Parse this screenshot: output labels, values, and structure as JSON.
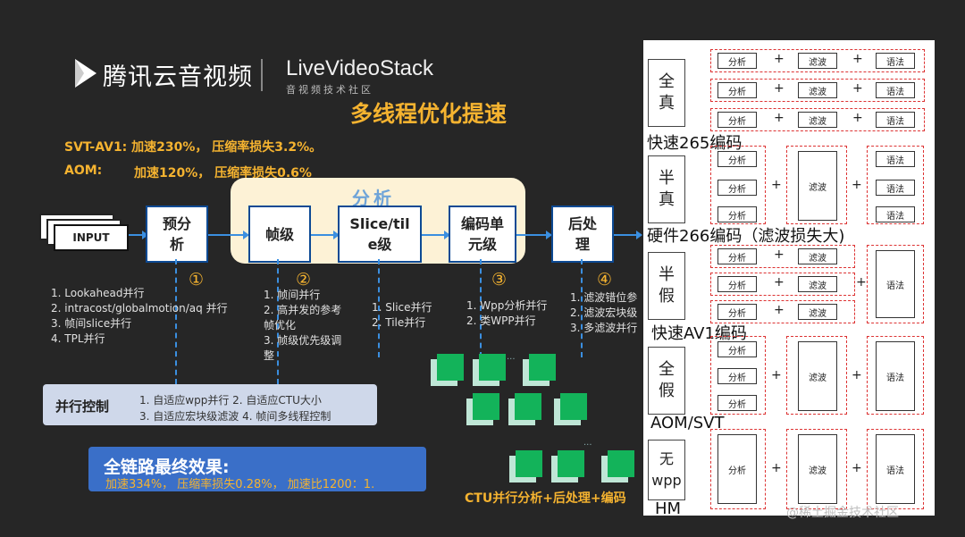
{
  "header": {
    "brand_name": "腾讯云音视频",
    "partner_logo": "LiveVideoStack",
    "partner_subtitle": "音视频技术社区",
    "title": "多线程优化提速"
  },
  "stats": {
    "svt_av1": "SVT-AV1: 加速230%，  压缩率损失3.2%。",
    "aom_label": "AOM:",
    "aom_value": "加速120%，  压缩率损失0.6%"
  },
  "pipeline": {
    "input_label": "INPUT",
    "analysis_label": "分析",
    "stages": [
      "预分析",
      "帧级",
      "Slice/tile级",
      "编码单元级",
      "后处理"
    ]
  },
  "markers": [
    "①",
    "②",
    "③",
    "④"
  ],
  "notes": {
    "preanalysis": [
      "1.  Lookahead并行",
      "2.  intracost/globalmotion/aq 并行",
      "3.  帧间slice并行",
      "4.  TPL并行"
    ],
    "frame": [
      "1.  帧间并行",
      "2.  高并发的参考",
      "     帧优化",
      "3.  帧级优先级调",
      "     整"
    ],
    "slice": [
      "1.  Slice并行",
      "2.  Tile并行"
    ],
    "cu": [
      "1.  Wpp分析并行",
      "2.  类WPP并行"
    ],
    "post": [
      "1.  滤波错位参",
      "2.  滤波宏块级",
      "3.  多滤波并行"
    ]
  },
  "parallel_control": {
    "title": "并行控制",
    "line1": "1. 自适应wpp并行   2. 自适应CTU大小",
    "line2": "3. 自适应宏块级滤波  4. 帧间多线程控制"
  },
  "final_effect": {
    "title": "全链路最终效果:",
    "text": "加速334%，  压缩率损失0.28%，  加速比1200：1."
  },
  "ctu_caption": "CTU并行分析+后处理+编码",
  "ellipsis": "...",
  "modes": [
    {
      "label": "全\n真",
      "caption": "快速265编码"
    },
    {
      "label": "半\n真",
      "caption": "硬件266编码（滤波损失大)"
    },
    {
      "label": "半\n假",
      "caption": "快速AV1编码"
    },
    {
      "label": "全\n假",
      "caption": "AOM/SVT"
    },
    {
      "label": "无\nwpp",
      "caption": "HM"
    }
  ],
  "blocks": {
    "analysis": "分析",
    "filter": "滤波",
    "syntax": "语法",
    "plus": "+"
  },
  "watermark": "@稀土掘金技术社区",
  "colors": {
    "accent_orange": "#f5b330",
    "flow_blue": "#3b8fe0",
    "stage_border": "#0d4a94",
    "ctu_green": "#13b35a",
    "dash_red": "#d33"
  }
}
